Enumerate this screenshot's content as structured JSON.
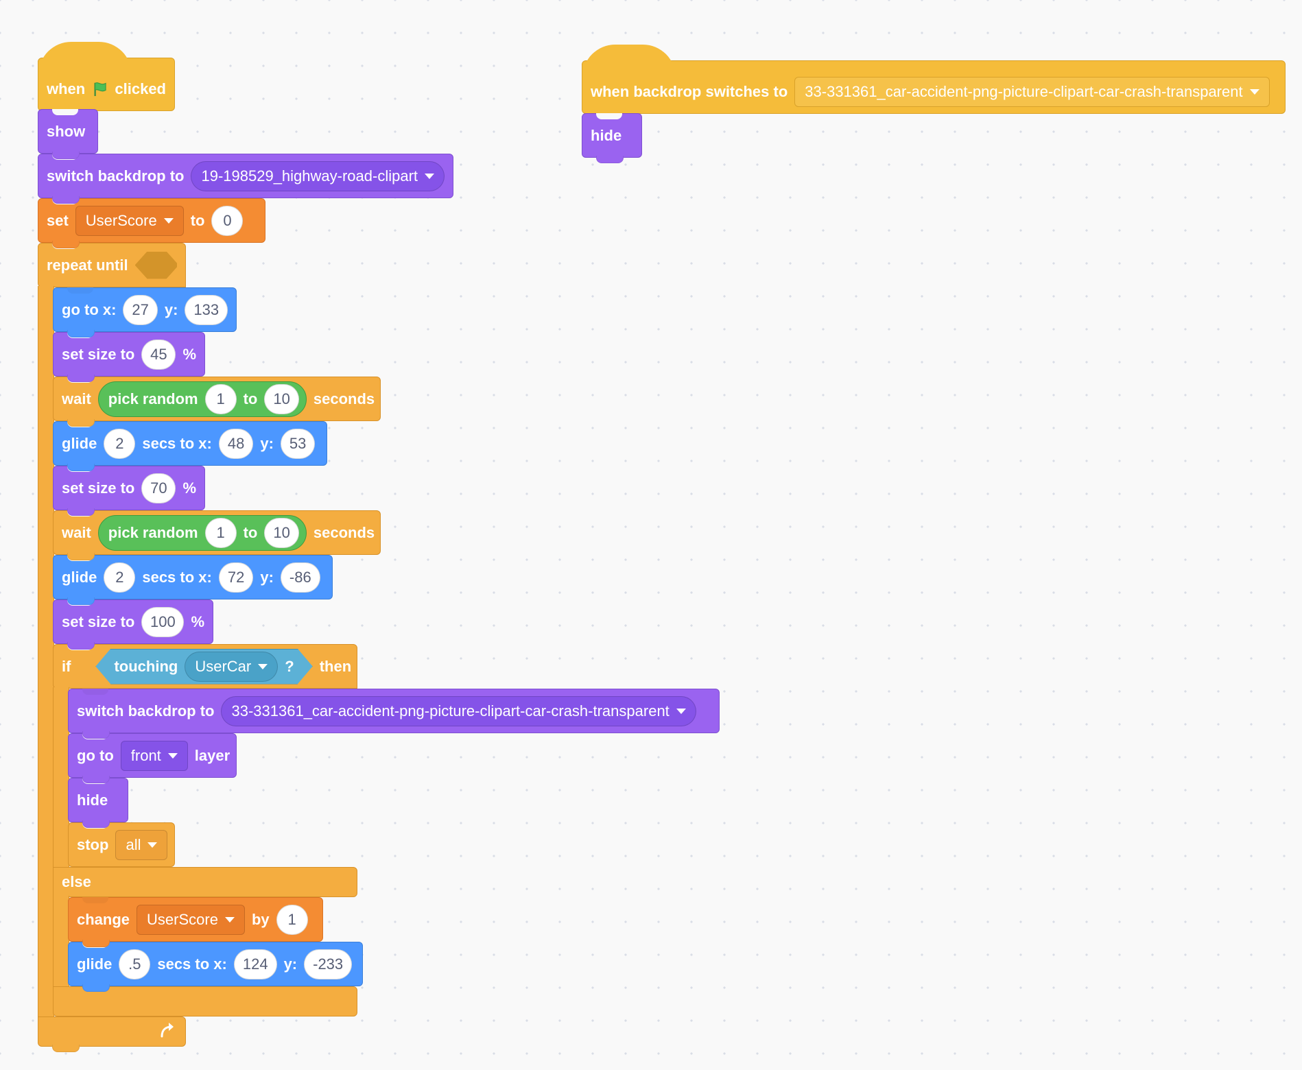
{
  "script1": {
    "hat": {
      "when": "when",
      "clicked": "clicked",
      "icon": "green-flag-icon"
    },
    "show": "show",
    "switch_backdrop": {
      "label": "switch backdrop to",
      "value": "19-198529_highway-road-clipart"
    },
    "set_var": {
      "label": "set",
      "var": "UserScore",
      "to": "to",
      "value": "0"
    },
    "repeat_until": "repeat until",
    "goto": {
      "label": "go to x:",
      "x": "27",
      "y_label": "y:",
      "y": "133"
    },
    "size1": {
      "label": "set size to",
      "value": "45",
      "unit": "%"
    },
    "wait1": {
      "label": "wait",
      "pick": "pick random",
      "from": "1",
      "to": "to",
      "to_val": "10",
      "unit": "seconds"
    },
    "glide1": {
      "label": "glide",
      "secs": "2",
      "mid": "secs to x:",
      "x": "48",
      "y_label": "y:",
      "y": "53"
    },
    "size2": {
      "label": "set size to",
      "value": "70",
      "unit": "%"
    },
    "wait2": {
      "label": "wait",
      "pick": "pick random",
      "from": "1",
      "to": "to",
      "to_val": "10",
      "unit": "seconds"
    },
    "glide2": {
      "label": "glide",
      "secs": "2",
      "mid": "secs to x:",
      "x": "72",
      "y_label": "y:",
      "y": "-86"
    },
    "size3": {
      "label": "set size to",
      "value": "100",
      "unit": "%"
    },
    "if_block": {
      "if": "if",
      "touching": "touching",
      "target": "UserCar",
      "q": "?",
      "then": "then",
      "else": "else"
    },
    "switch_backdrop2": {
      "label": "switch backdrop to",
      "value": "33-331361_car-accident-png-picture-clipart-car-crash-transparent"
    },
    "goto_layer": {
      "label": "go to",
      "value": "front",
      "suffix": "layer"
    },
    "hide": "hide",
    "stop": {
      "label": "stop",
      "value": "all"
    },
    "change_var": {
      "label": "change",
      "var": "UserScore",
      "by": "by",
      "value": "1"
    },
    "glide3": {
      "label": "glide",
      "secs": ".5",
      "mid": "secs to x:",
      "x": "124",
      "y_label": "y:",
      "y": "-233"
    }
  },
  "script2": {
    "hat": {
      "label": "when backdrop switches to",
      "value": "33-331361_car-accident-png-picture-clipart-car-crash-transparent"
    },
    "hide": "hide"
  },
  "colors": {
    "events": "#f5bc3a",
    "control": "#f4ad40",
    "looks": "#9a63f0",
    "motion": "#4c97ff",
    "variables": "#f48c33",
    "operators": "#59c059",
    "sensing": "#5cb1d6"
  }
}
